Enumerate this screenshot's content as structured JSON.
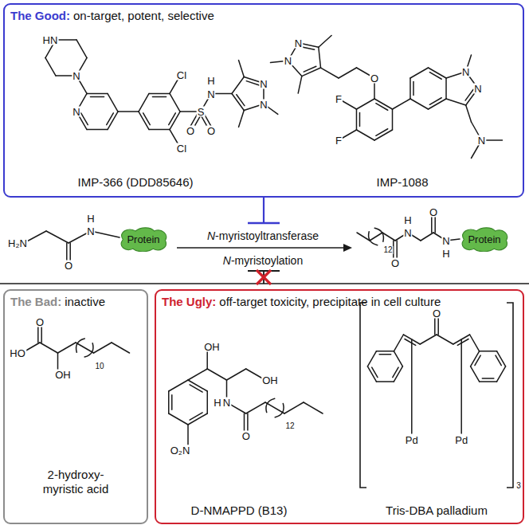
{
  "diagram": {
    "nodes": [
      {
        "text": [
          "The Good:",
          "on-target, potent, selective"
        ]
      },
      {
        "text": [
          "Protein"
        ]
      },
      {
        "text": [
          "Protein"
        ]
      },
      {
        "text": [
          "The Bad:",
          "inactive"
        ]
      },
      {
        "text": [
          "The Ugly:",
          "off-target toxicity, precipitate in cell culture"
        ]
      }
    ],
    "labels": [
      "HN",
      "N",
      "N",
      "Cl",
      "Cl",
      "S",
      "O",
      "O",
      "H",
      "N",
      "N",
      "N",
      "IMP-366 (DDD85646)",
      "N",
      "N",
      "O",
      "F",
      "F",
      "N",
      "N",
      "N",
      "IMP-1088",
      "H₂N",
      "H",
      "N",
      "O",
      "N-myristoyltransferase",
      "N-myristoylation",
      "12",
      "O",
      "H",
      "N",
      "O",
      "N",
      "H",
      "O",
      "HO",
      "OH",
      "10",
      "2-hydroxy- myristic acid",
      "OH",
      "OH",
      "H",
      "N",
      "O₂N",
      "O",
      "12",
      "D-NMAPPD (B13)",
      "O",
      "Pd",
      "Pd",
      "3",
      "Tris-DBA palladium"
    ]
  }
}
